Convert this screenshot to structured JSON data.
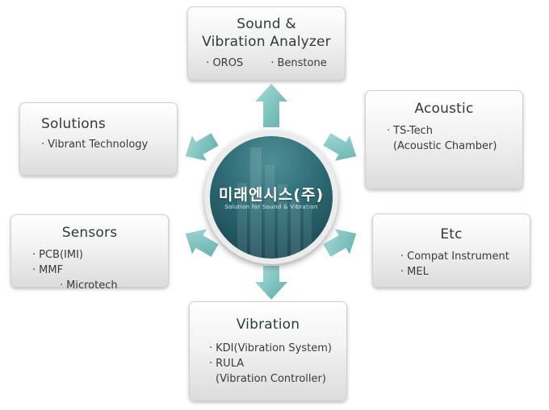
{
  "center": {
    "logo": "미래엔시스(주)",
    "tagline": "Solution for Sound & Vibration"
  },
  "boxes": {
    "sound_vibration": {
      "title_line1": "Sound &",
      "title_line2": "Vibration Analyzer",
      "items": [
        "OROS",
        "Benstone"
      ]
    },
    "solutions": {
      "title": "Solutions",
      "items": [
        "Vibrant Technology"
      ]
    },
    "acoustic": {
      "title": "Acoustic",
      "items": [
        "TS-Tech",
        "(Acoustic Chamber)"
      ]
    },
    "sensors": {
      "title": "Sensors",
      "items": [
        "PCB(IMI)",
        "MMF",
        "Microtech"
      ]
    },
    "etc": {
      "title": "Etc",
      "items": [
        "Compat Instrument",
        "MEL"
      ]
    },
    "vibration": {
      "title": "Vibration",
      "items": [
        "KDI(Vibration System)",
        "RULA",
        "(Vibration Controller)"
      ]
    }
  },
  "colors": {
    "arrow": "#7fc4c2",
    "center_dark": "#173f4a",
    "center_light": "#4d8f96"
  }
}
